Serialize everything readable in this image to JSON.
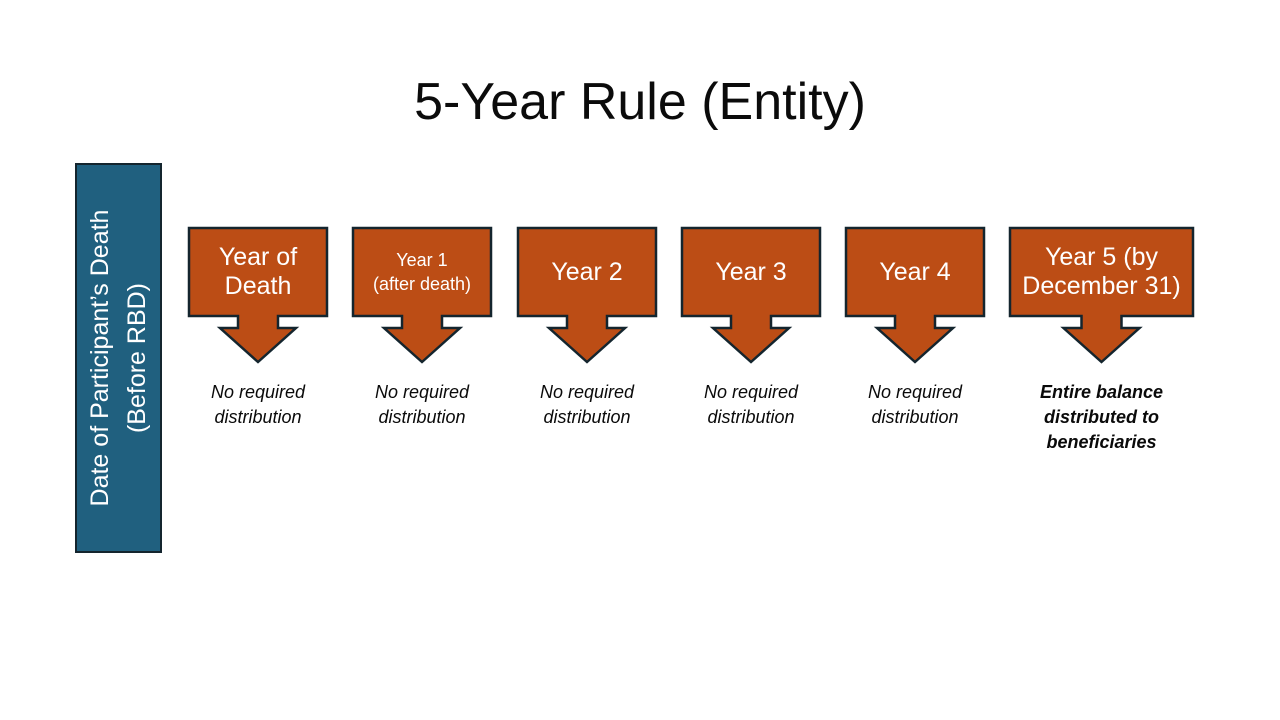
{
  "title": "5-Year Rule (Entity)",
  "sidebar": {
    "label": "Date of Participant’s Death\n(Before RBD)"
  },
  "columns": [
    {
      "label": "Year of\nDeath",
      "caption": "No required\ndistribution"
    },
    {
      "label": "Year 1\n(after death)",
      "caption": "No required\ndistribution"
    },
    {
      "label": "Year 2",
      "caption": "No required\ndistribution"
    },
    {
      "label": "Year 3",
      "caption": "No required\ndistribution"
    },
    {
      "label": "Year 4",
      "caption": "No required\ndistribution"
    },
    {
      "label": "Year 5 (by\nDecember 31)",
      "caption": "Entire balance\ndistributed to\nbeneficiaries"
    }
  ],
  "colors": {
    "box_fill": "#BC4D15",
    "box_border": "#14252E",
    "sidebar_fill": "#20607F",
    "box_text": "#FFFFFF",
    "caption_text": "#0A0A0A",
    "title_text": "#0B0B0B"
  }
}
